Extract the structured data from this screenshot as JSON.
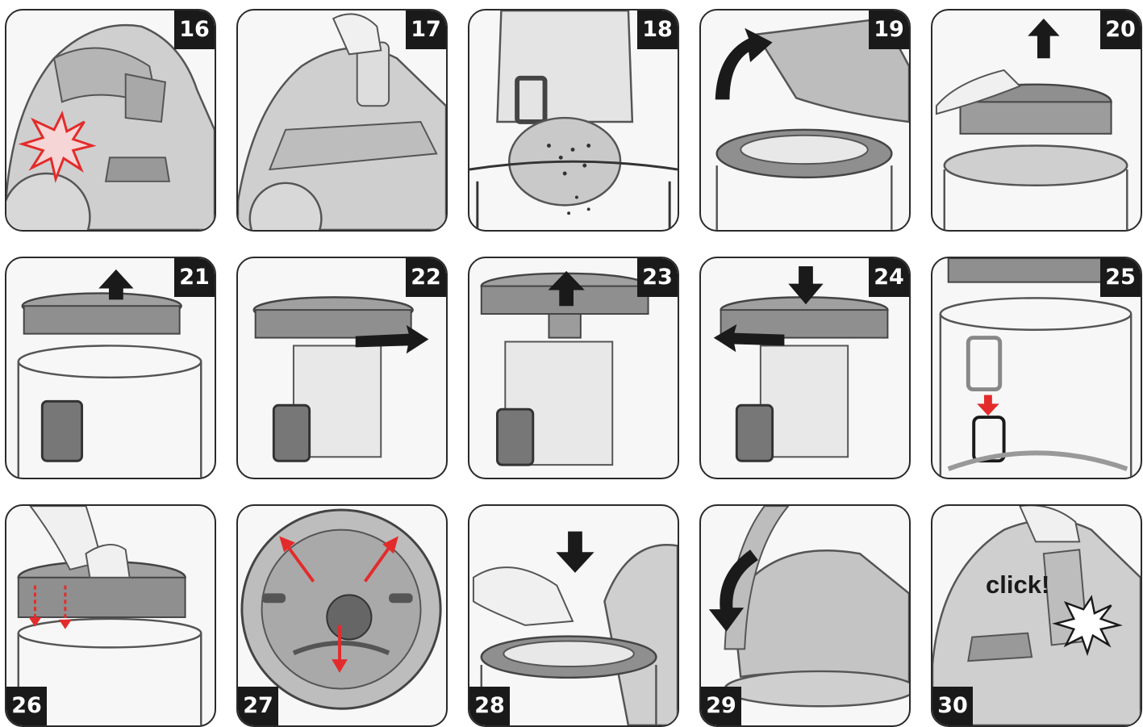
{
  "steps": [
    {
      "number": "16"
    },
    {
      "number": "17"
    },
    {
      "number": "18"
    },
    {
      "number": "19"
    },
    {
      "number": "20"
    },
    {
      "number": "21"
    },
    {
      "number": "22"
    },
    {
      "number": "23"
    },
    {
      "number": "24"
    },
    {
      "number": "25"
    },
    {
      "number": "26"
    },
    {
      "number": "27"
    },
    {
      "number": "28"
    },
    {
      "number": "29"
    },
    {
      "number": "30"
    }
  ],
  "annotations": {
    "click": "click!"
  },
  "colors": {
    "accent_red": "#e32b2b",
    "badge_bg": "#1a1a1a",
    "line_art": "#555555",
    "fill_gray": "#bdbdbd"
  },
  "icons": [
    "arrow-up-icon",
    "arrow-down-icon",
    "arrow-curved-right-icon",
    "arrow-curved-left-icon",
    "starburst-icon"
  ]
}
